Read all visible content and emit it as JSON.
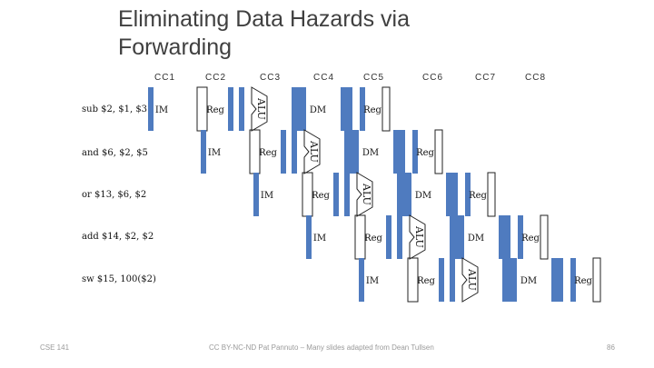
{
  "title_line1": "Eliminating Data Hazards via",
  "title_line2": "Forwarding",
  "cycles": [
    "CC1",
    "CC2",
    "CC3",
    "CC4",
    "CC5",
    "CC6",
    "CC7",
    "CC8"
  ],
  "instructions": [
    "sub $2, $1, $3",
    "and $6, $2, $5",
    "or $13, $6, $2",
    "add $14, $2, $2",
    "sw $15, 100($2)"
  ],
  "stages": {
    "im": "IM",
    "reg": "Reg",
    "alu": "ALU",
    "dm": "DM"
  },
  "colors": {
    "stage_fill": "#4f7bbf",
    "text": "#111111",
    "title": "#404040",
    "footer": "#9a9a9a"
  },
  "footer": {
    "left": "CSE 141",
    "center": "CC BY-NC-ND Pat Pannuto – Many slides adapted from Dean Tullsen",
    "right": "86"
  }
}
